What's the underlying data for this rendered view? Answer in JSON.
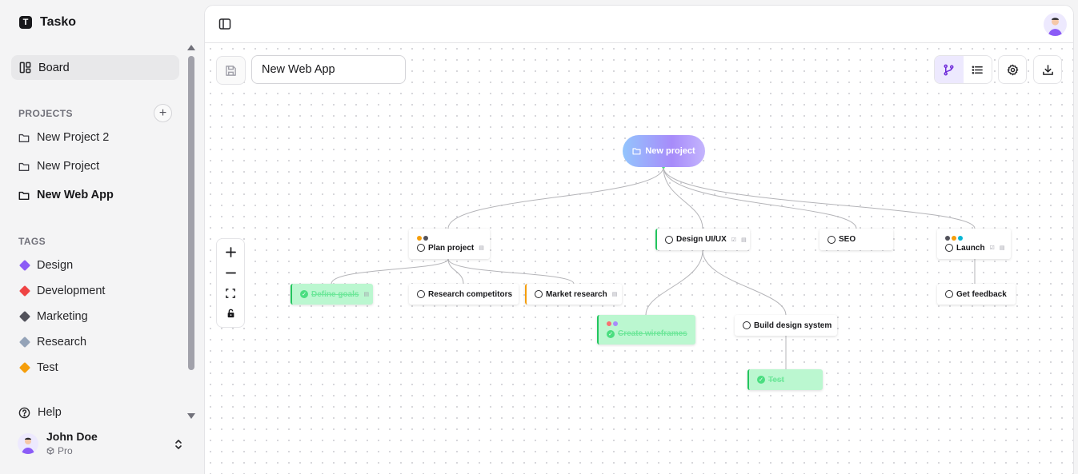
{
  "app": {
    "name": "Tasko",
    "logo_letter": "T"
  },
  "sidebar": {
    "board_label": "Board",
    "projects_heading": "PROJECTS",
    "projects": [
      {
        "label": "New Project 2",
        "active": false
      },
      {
        "label": "New Project",
        "active": false
      },
      {
        "label": "New Web App",
        "active": true
      }
    ],
    "tags_heading": "TAGS",
    "tags": [
      {
        "label": "Design",
        "color": "#8b5cf6"
      },
      {
        "label": "Development",
        "color": "#ef4444"
      },
      {
        "label": "Marketing",
        "color": "#52525b"
      },
      {
        "label": "Research",
        "color": "#94a3b8"
      },
      {
        "label": "Test",
        "color": "#f59e0b"
      }
    ],
    "help_label": "Help",
    "user": {
      "name": "John Doe",
      "plan": "Pro"
    }
  },
  "toolbar": {
    "project_title_value": "New Web App",
    "icons": [
      "save-icon",
      "mindmap-view-icon",
      "list-view-icon",
      "settings-icon",
      "download-icon"
    ]
  },
  "zoom_controls": [
    "zoom-in-icon",
    "zoom-out-icon",
    "fit-view-icon",
    "lock-icon"
  ],
  "mindmap": {
    "root": "New project",
    "nodes": {
      "plan_project": "Plan project",
      "design_uiux": "Design UI/UX",
      "seo": "SEO",
      "launch": "Launch",
      "define_goals": "Define goals",
      "research_competitors": "Research competitors",
      "market_research": "Market research",
      "create_wireframes": "Create wireframes",
      "build_design_system": "Build design system",
      "get_feedback": "Get feedback",
      "test": "Test"
    },
    "completed": [
      "Define goals",
      "Create wireframes",
      "Test"
    ]
  },
  "colors": {
    "accent": "#8b5cf6",
    "done": "#bbf7d0",
    "done_check": "#4ade80"
  }
}
